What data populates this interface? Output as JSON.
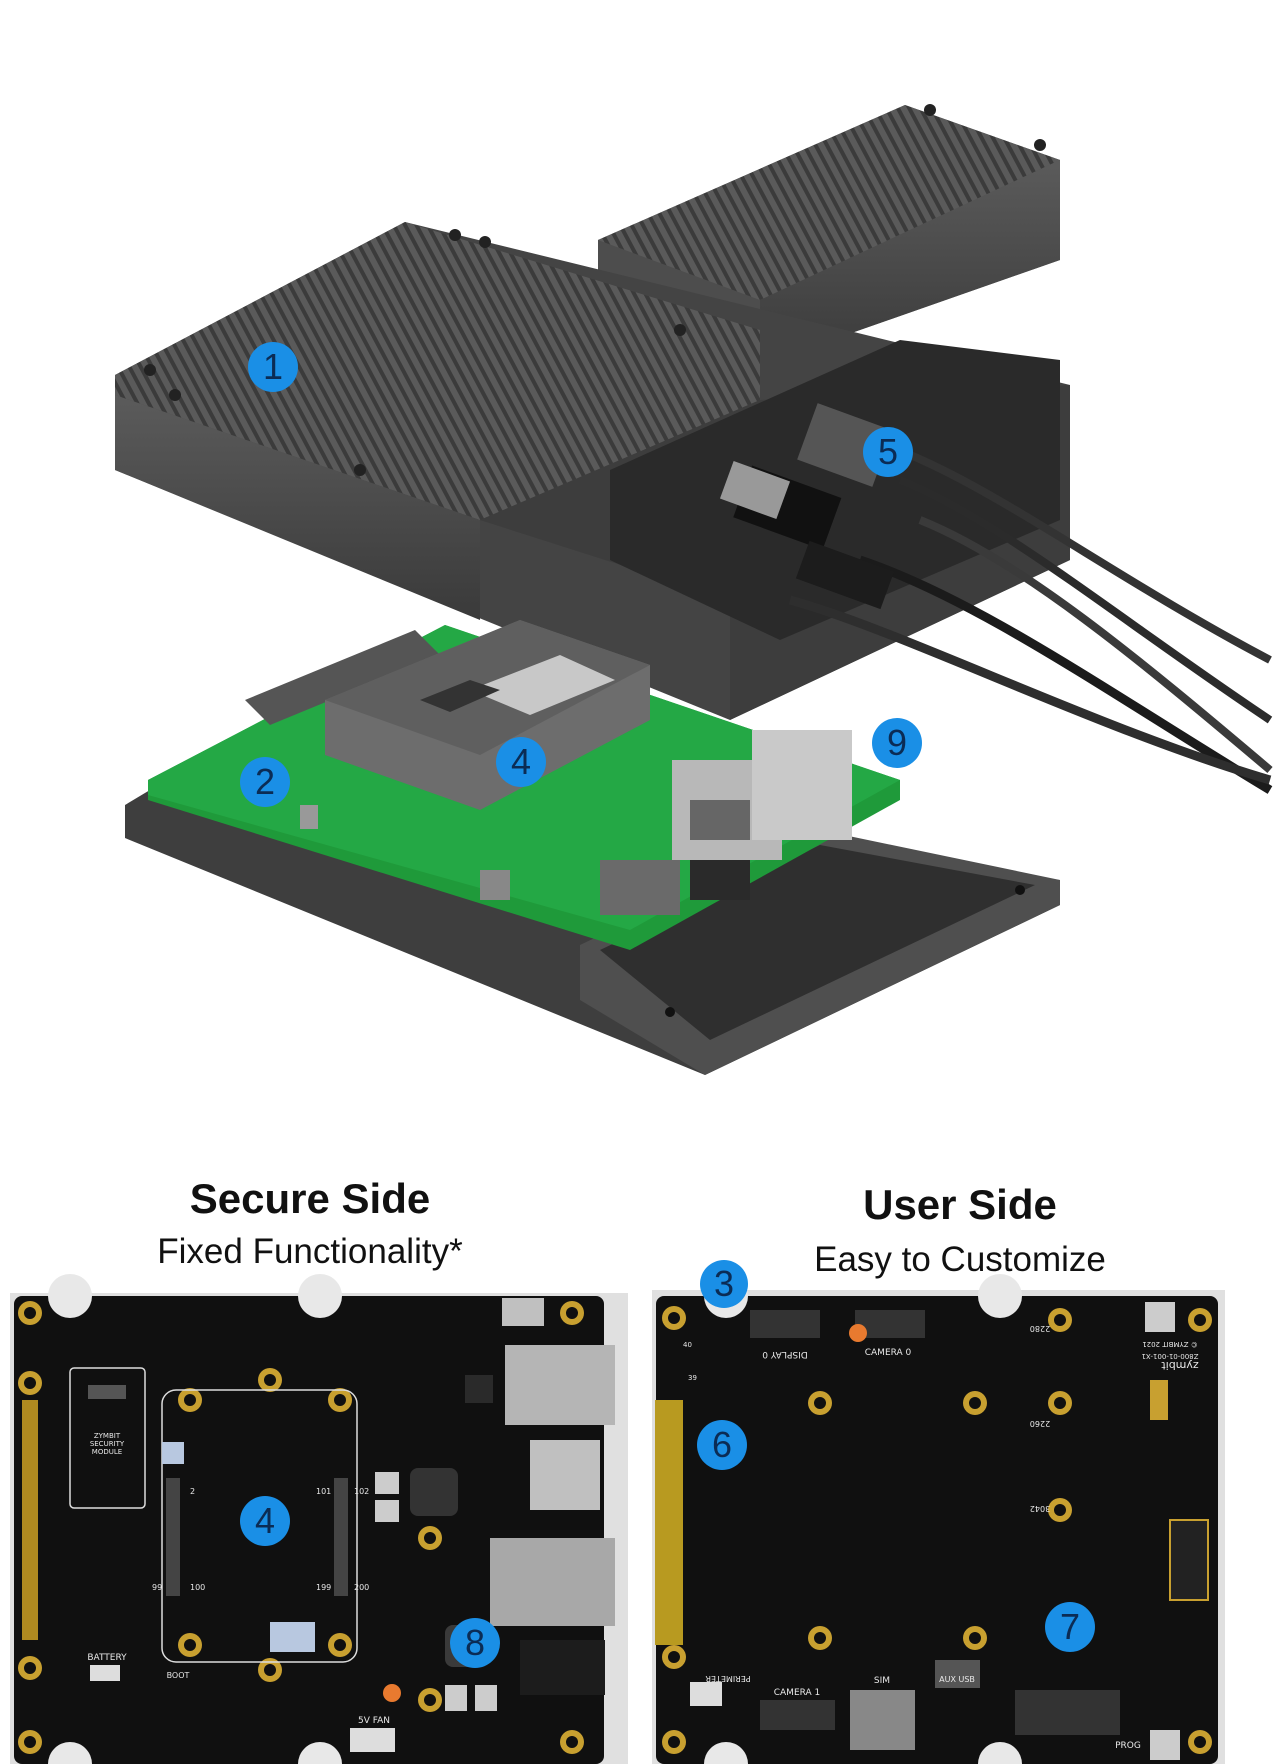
{
  "secure_side": {
    "title": "Secure Side",
    "subtitle": "Fixed Functionality*",
    "silkscreen": {
      "module": [
        "ZYMBIT",
        "SECURITY",
        "MODULE"
      ],
      "battery": "BATTERY",
      "boot": "BOOT",
      "fan": "5V FAN",
      "pins": [
        "2",
        "101",
        "102",
        "99",
        "100",
        "199",
        "200"
      ]
    }
  },
  "user_side": {
    "title": "User Side",
    "subtitle": "Easy to Customize",
    "silkscreen": {
      "display": "DISPLAY 0",
      "camera0": "CAMERA 0",
      "camera1": "CAMERA 1",
      "sim": "SIM",
      "aux_usb": "AUX USB",
      "perimeter": "PERIMETER",
      "prog": "PROG",
      "brand": "zymbit",
      "copyright": "© ZYMBIT 2021",
      "part": "Z800-01-001-X1",
      "sizes": [
        "2280",
        "2260",
        "3042"
      ],
      "pin40": "40",
      "pin39": "39"
    }
  },
  "callouts": [
    "1",
    "2",
    "3",
    "4",
    "4",
    "5",
    "6",
    "7",
    "8",
    "9"
  ],
  "colors": {
    "badge": "#1a8fe6",
    "pcb_green": "#1f9a3a",
    "pcb_black": "#101010",
    "enclosure": "#4a4a4a"
  }
}
